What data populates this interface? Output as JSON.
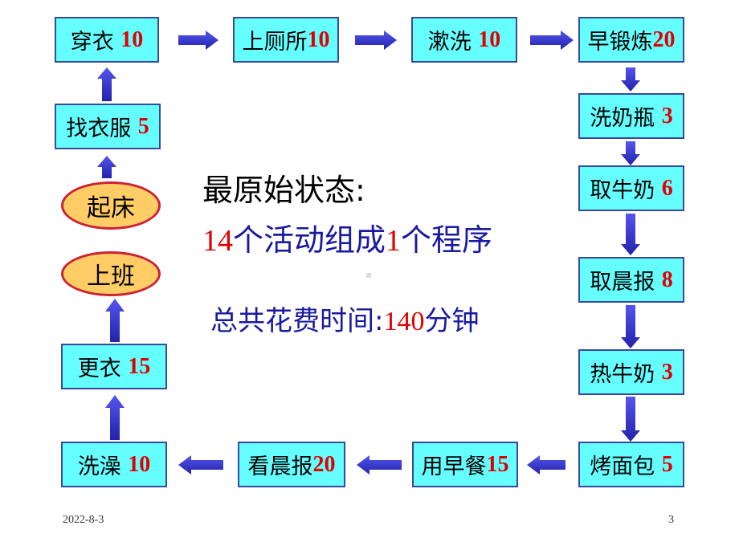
{
  "activities": {
    "chuanyi": {
      "label": "穿衣",
      "minutes": "10"
    },
    "cesuo": {
      "label": "上厕所",
      "minutes": "10"
    },
    "shuxi": {
      "label": "漱洗",
      "minutes": "10"
    },
    "duanlian": {
      "label": "早锻炼",
      "minutes": "20"
    },
    "xinaiping": {
      "label": "洗奶瓶",
      "minutes": "3"
    },
    "qunai": {
      "label": "取牛奶",
      "minutes": "6"
    },
    "quchenbao": {
      "label": "取晨报",
      "minutes": "8"
    },
    "renai": {
      "label": "热牛奶",
      "minutes": "3"
    },
    "kaomianbao": {
      "label": "烤面包",
      "minutes": "5"
    },
    "zaocan": {
      "label": "用早餐",
      "minutes": "15"
    },
    "kanchenbao": {
      "label": "看晨报",
      "minutes": "20"
    },
    "xizao": {
      "label": "洗澡",
      "minutes": "10"
    },
    "gengyi": {
      "label": "更衣",
      "minutes": "15"
    },
    "zhaoyifu": {
      "label": "找衣服",
      "minutes": "5"
    }
  },
  "start": {
    "label": "起床"
  },
  "end": {
    "label": "上班"
  },
  "summary": {
    "line1": "最原始状态:",
    "count_activities": "14",
    "text_mid": "个活动组成",
    "count_programs": "1",
    "text_end": "个程序",
    "total_prefix": "总共花费时间:",
    "total_minutes": "140",
    "total_suffix": "分钟"
  },
  "footer": {
    "date": "2022-8-3",
    "page": "3"
  },
  "colors": {
    "box_fill": "#66ffff",
    "oval_fill": "#ffcc66",
    "arrow": "#3333cc",
    "number": "#e00000"
  }
}
